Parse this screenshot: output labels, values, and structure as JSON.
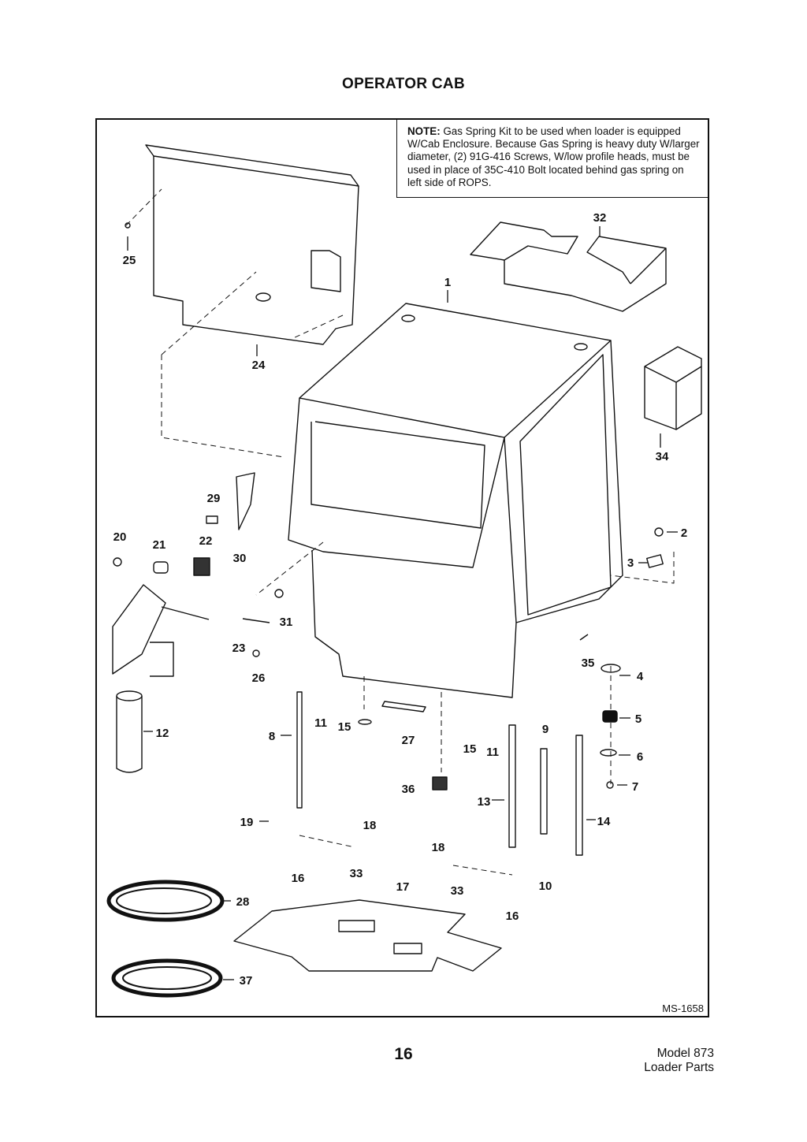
{
  "page": {
    "title": "OPERATOR CAB",
    "page_number": "16",
    "model_line1": "Model 873",
    "model_line2": "Loader Parts",
    "figure_id": "MS-1658"
  },
  "note": {
    "label": "NOTE:",
    "text": "Gas Spring Kit to be used when loader is equipped W/Cab Enclosure. Because Gas Spring is heavy duty W/larger diameter, (2) 91G-416 Screws, W/low profile heads, must be used in place of 35C-410 Bolt located behind gas spring on left side of ROPS."
  },
  "callouts": {
    "c1": "1",
    "c2": "2",
    "c3": "3",
    "c4": "4",
    "c5": "5",
    "c6": "6",
    "c7": "7",
    "c8": "8",
    "c9": "9",
    "c10": "10",
    "c11a": "11",
    "c11b": "11",
    "c12": "12",
    "c13": "13",
    "c14": "14",
    "c15a": "15",
    "c15b": "15",
    "c16a": "16",
    "c16b": "16",
    "c17": "17",
    "c18a": "18",
    "c18b": "18",
    "c19": "19",
    "c20": "20",
    "c21": "21",
    "c22": "22",
    "c23": "23",
    "c24": "24",
    "c25": "25",
    "c26": "26",
    "c27": "27",
    "c28": "28",
    "c29": "29",
    "c30": "30",
    "c31": "31",
    "c32": "32",
    "c33a": "33",
    "c33b": "33",
    "c34": "34",
    "c35": "35",
    "c36": "36",
    "c37": "37"
  }
}
